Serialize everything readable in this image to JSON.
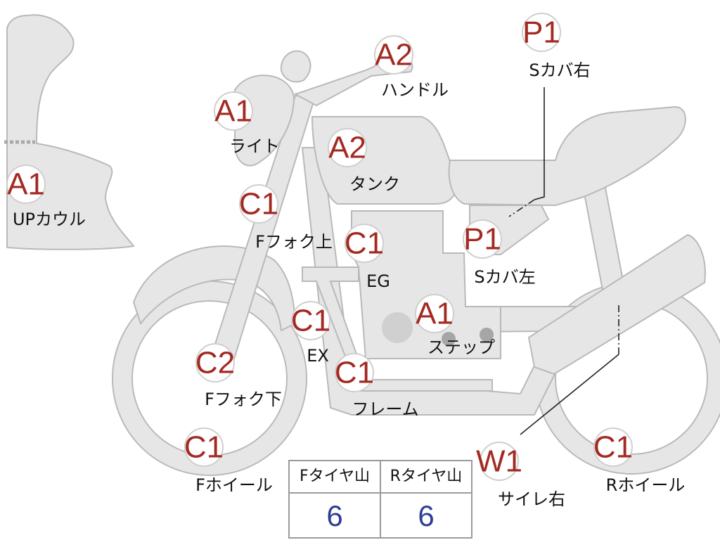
{
  "parts": [
    {
      "id": "up-cowl",
      "grade": "A1",
      "label": "UPカウル"
    },
    {
      "id": "light",
      "grade": "A1",
      "label": "ライト"
    },
    {
      "id": "handle",
      "grade": "A2",
      "label": "ハンドル"
    },
    {
      "id": "tank",
      "grade": "A2",
      "label": "タンク"
    },
    {
      "id": "f-fork-up",
      "grade": "C1",
      "label": "Fフォク上"
    },
    {
      "id": "engine",
      "grade": "C1",
      "label": "EG"
    },
    {
      "id": "s-cover-l",
      "grade": "P1",
      "label": "Sカバ左"
    },
    {
      "id": "s-cover-r",
      "grade": "P1",
      "label": "Sカバ右"
    },
    {
      "id": "exhaust",
      "grade": "C1",
      "label": "EX"
    },
    {
      "id": "step",
      "grade": "A1",
      "label": "ステップ"
    },
    {
      "id": "f-fork-low",
      "grade": "C2",
      "label": "Fフォク下"
    },
    {
      "id": "frame",
      "grade": "C1",
      "label": "フレーム"
    },
    {
      "id": "f-wheel",
      "grade": "C1",
      "label": "Fホイール"
    },
    {
      "id": "silencer-r",
      "grade": "W1",
      "label": "サイレ右"
    },
    {
      "id": "r-wheel",
      "grade": "C1",
      "label": "Rホイール"
    }
  ],
  "tread": {
    "headers": [
      "Fタイヤ山",
      "Rタイヤ山"
    ],
    "values": [
      "6",
      "6"
    ]
  }
}
